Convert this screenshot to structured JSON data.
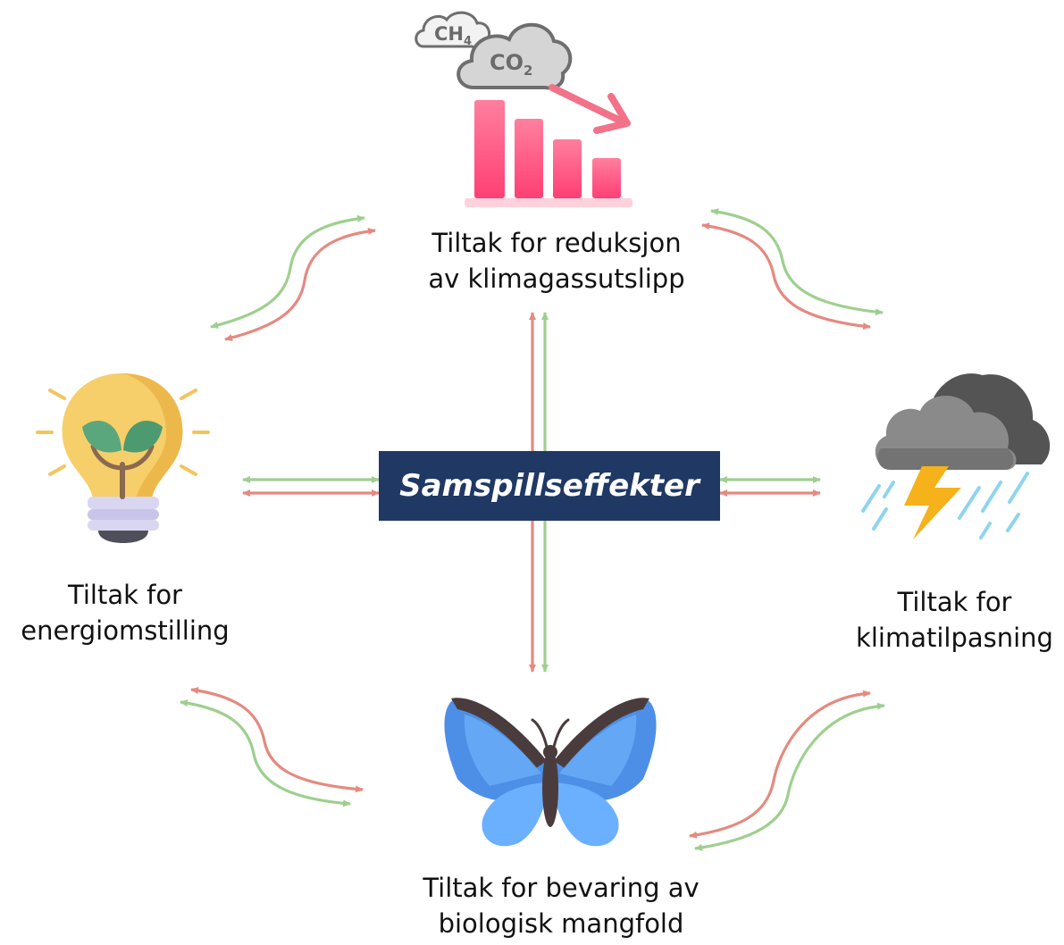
{
  "center": {
    "label": "Samspillseffekter"
  },
  "nodes": {
    "top": {
      "lines": [
        "Tiltak for reduksjon",
        "av klimagassutslipp"
      ]
    },
    "left": {
      "lines": [
        "Tiltak for",
        "energiomstilling"
      ]
    },
    "right": {
      "lines": [
        "Tiltak for",
        "klimatilpasning"
      ]
    },
    "bottom": {
      "lines": [
        "Tiltak for bevaring av",
        "biologisk mangfold"
      ]
    }
  },
  "icon_text": {
    "gas1": "CH",
    "gas1_sub": "4",
    "gas2": "CO",
    "gas2_sub": "2"
  },
  "icons": {
    "top": "emissions-reduction-chart-icon",
    "left": "lightbulb-plant-icon",
    "right": "storm-cloud-icon",
    "bottom": "butterfly-icon"
  },
  "colors": {
    "arrow_green": "#9fcf8f",
    "arrow_red": "#e48a80",
    "center_fill": "#1f3864"
  }
}
